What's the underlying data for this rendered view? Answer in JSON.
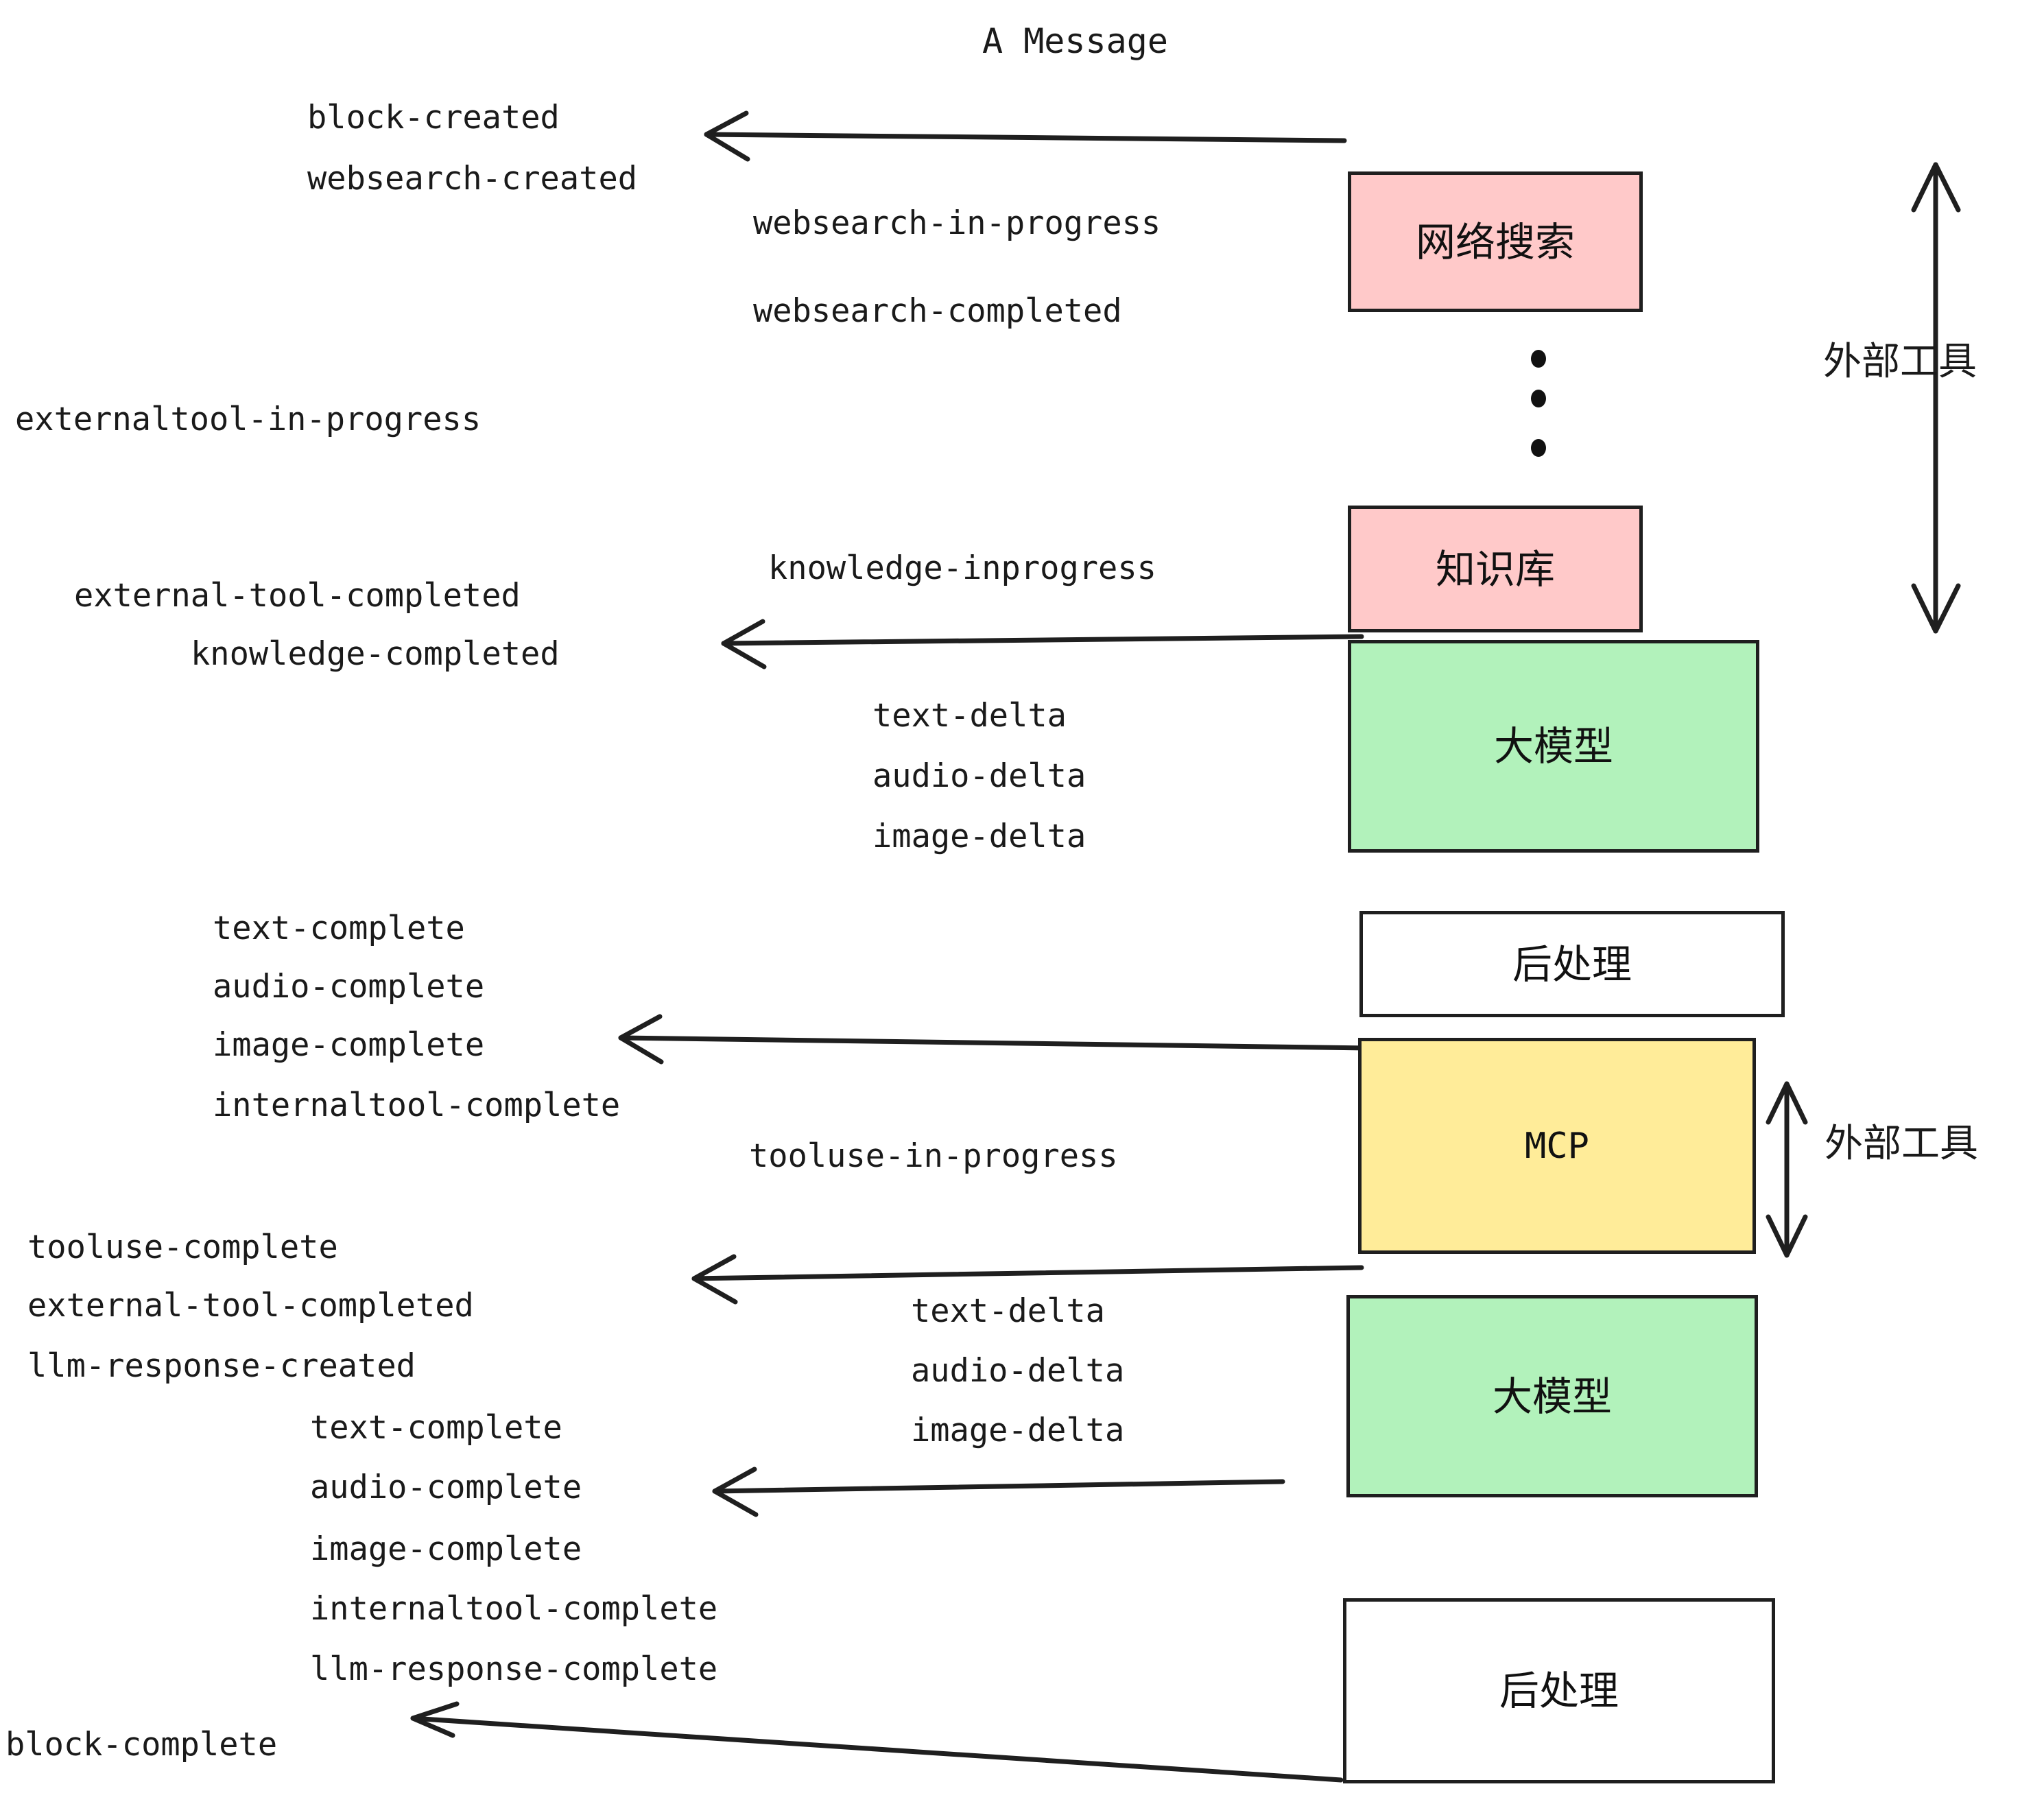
{
  "title": "A Message",
  "boxes": [
    {
      "id": "websearch",
      "label": "网络搜索",
      "color": "#ffc9c9"
    },
    {
      "id": "knowledge",
      "label": "知识库",
      "color": "#ffc9c9"
    },
    {
      "id": "llm-top",
      "label": "大模型",
      "color": "#b2f2bb"
    },
    {
      "id": "postprocess-top",
      "label": "后处理",
      "color": "#ffffff"
    },
    {
      "id": "mcp",
      "label": "MCP",
      "color": "#ffec99"
    },
    {
      "id": "llm-bottom",
      "label": "大模型",
      "color": "#b2f2bb"
    },
    {
      "id": "postprocess-bottom",
      "label": "后处理",
      "color": "#ffffff"
    }
  ],
  "side_labels": {
    "external_tool_top": "外部工具",
    "external_tool_bottom": "外部工具"
  },
  "events": {
    "block_created": "block-created",
    "websearch_created": "websearch-created",
    "websearch_in_progress": "websearch-in-progress",
    "websearch_completed": "websearch-completed",
    "externaltool_in_progress": "externaltool-in-progress",
    "knowledge_inprogress": "knowledge-inprogress",
    "external_tool_completed_1": "external-tool-completed",
    "knowledge_completed": "knowledge-completed",
    "text_delta_1": "text-delta",
    "audio_delta_1": "audio-delta",
    "image_delta_1": "image-delta",
    "text_complete_1": "text-complete",
    "audio_complete_1": "audio-complete",
    "image_complete_1": "image-complete",
    "internaltool_complete_1": "internaltool-complete",
    "tooluse_in_progress": "tooluse-in-progress",
    "tooluse_complete": "tooluse-complete",
    "external_tool_completed_2": "external-tool-completed",
    "llm_response_created": "llm-response-created",
    "text_delta_2": "text-delta",
    "audio_delta_2": "audio-delta",
    "image_delta_2": "image-delta",
    "text_complete_2": "text-complete",
    "audio_complete_2": "audio-complete",
    "image_complete_2": "image-complete",
    "internaltool_complete_2": "internaltool-complete",
    "llm_response_complete": "llm-response-complete",
    "block_complete": "block-complete"
  },
  "colors": {
    "stroke": "#1f1f1f",
    "pink": "#ffc9c9",
    "green": "#b2f2bb",
    "yellow": "#ffec99",
    "white": "#ffffff",
    "text": "#1a1a1a"
  }
}
